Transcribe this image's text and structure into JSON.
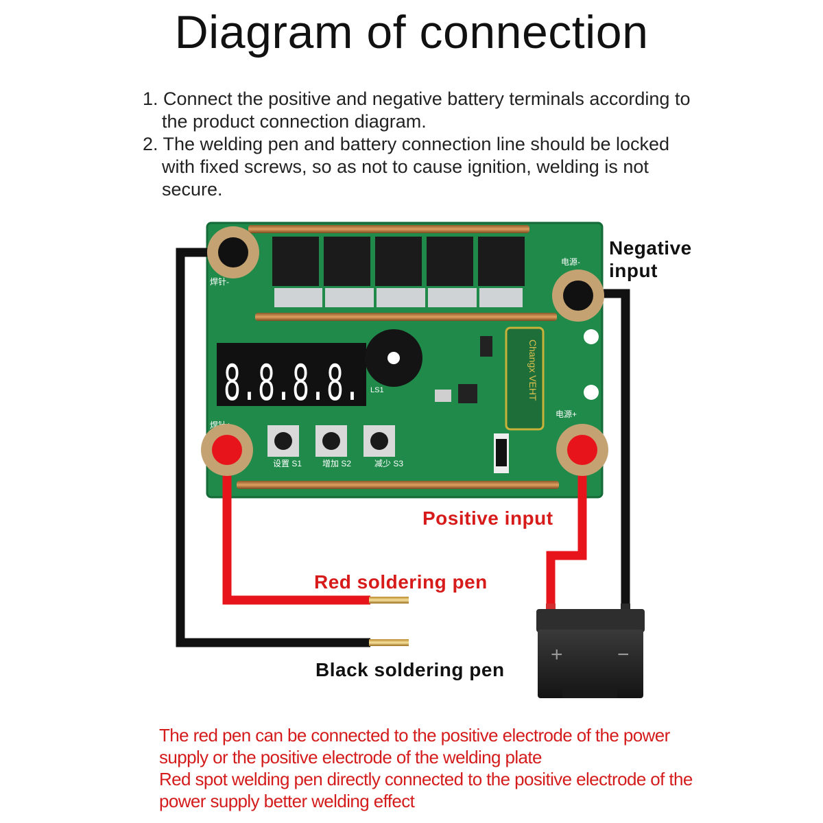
{
  "title": "Diagram of connection",
  "instructions": [
    "1. Connect the positive and negative battery terminals according to the product connection diagram.",
    "2. The welding pen and battery connection line should be locked with fixed screws, so as not to cause ignition, welding is not secure."
  ],
  "labels": {
    "negative_input": "Negative\ninput",
    "positive_input": "Positive input",
    "red_pen": "Red soldering pen",
    "black_pen": "Black soldering pen"
  },
  "board": {
    "display_digits": "8.8.8.8.",
    "buttons": [
      "设置 S1",
      "增加 S2",
      "减少 S3"
    ],
    "silk_left_top": "焊针-",
    "silk_left_bottom": "焊针+",
    "silk_right_top": "电源-",
    "silk_right_bottom": "电源+",
    "buzzer_label": "LS1",
    "capacitor_brand": "Changx VEHT"
  },
  "battery": {
    "plus": "+",
    "minus": "−"
  },
  "note": [
    "The red pen can be connected to the positive electrode of the power supply or the positive electrode of the welding plate",
    "Red spot welding pen directly connected to the positive electrode of the power supply better welding effect"
  ],
  "colors": {
    "pcb": "#1f8a4a",
    "wire_red": "#e8141b",
    "wire_black": "#111111",
    "copper": "#c98a45",
    "label_red": "#d71a1a"
  }
}
